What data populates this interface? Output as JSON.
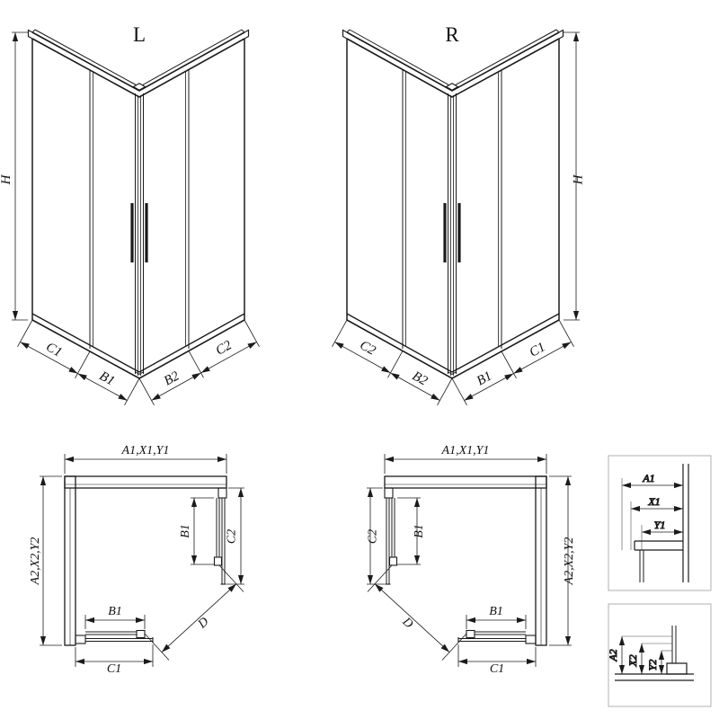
{
  "iso_left": {
    "variant": "L",
    "height": "H",
    "seg1": "C1",
    "seg2": "B1",
    "seg3": "B2",
    "seg4": "C2"
  },
  "iso_right": {
    "variant": "R",
    "height": "H",
    "seg1": "C2",
    "seg2": "B2",
    "seg3": "B1",
    "seg4": "C1"
  },
  "plan_left": {
    "width": "A1,X1,Y1",
    "depth": "A2,X2,Y2",
    "side_door": "B1",
    "side_fixed": "C2",
    "bottom_door": "B1",
    "bottom_fixed": "C1",
    "opening": "D"
  },
  "plan_right": {
    "width": "A1,X1,Y1",
    "depth": "A2,X2,Y2",
    "side_door": "B1",
    "side_fixed": "C2",
    "bottom_door": "B1",
    "bottom_fixed": "C1",
    "opening": "D"
  },
  "detail_top": {
    "dim1": "A1",
    "dim2": "X1",
    "dim3": "Y1"
  },
  "detail_bottom": {
    "dim1": "A2",
    "dim2": "X2",
    "dim3": "Y2"
  },
  "colors": {
    "line": "#1b1b1b",
    "background": "#ffffff"
  }
}
